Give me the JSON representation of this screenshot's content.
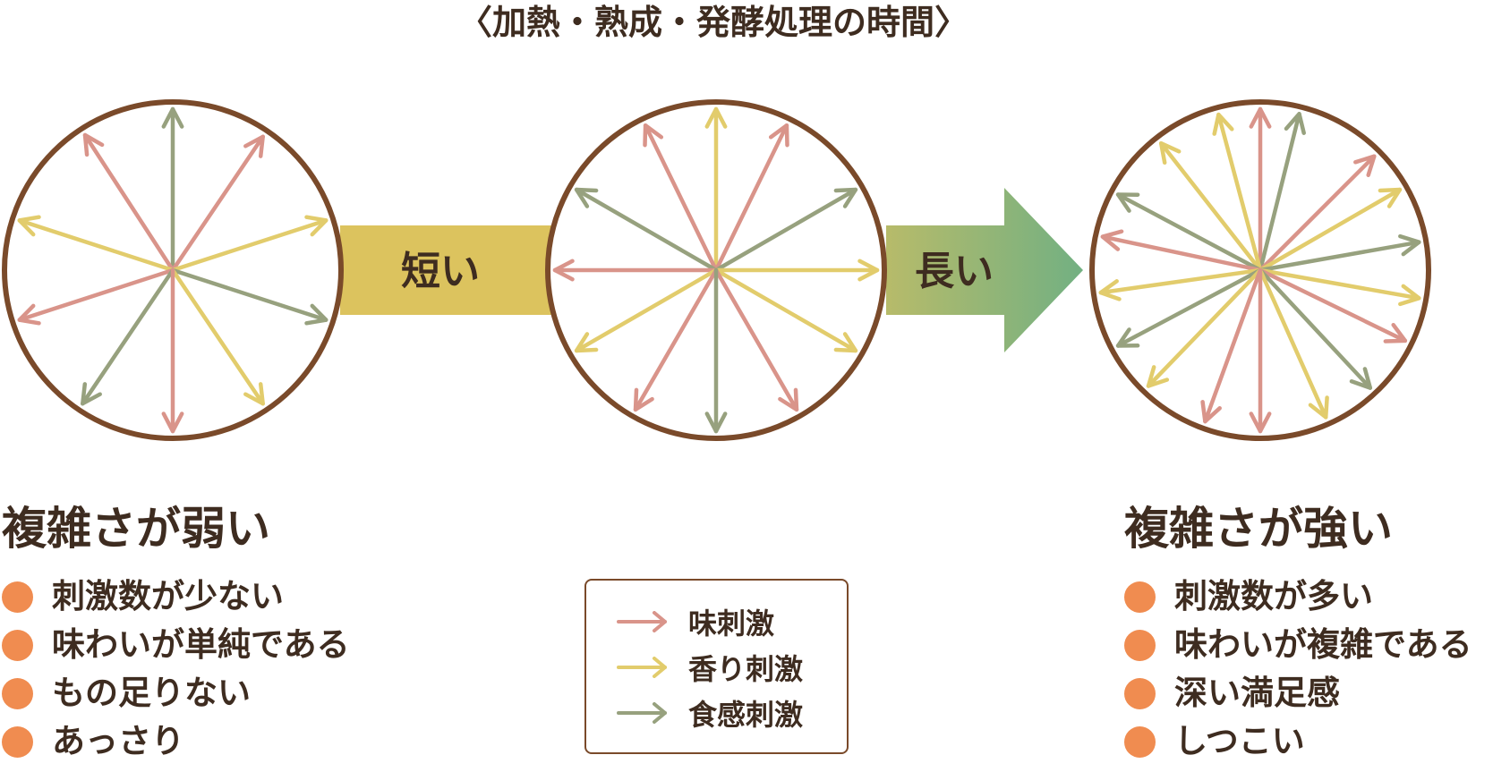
{
  "title": "〈加熱・熟成・発酵処理の時間〉",
  "arrows": {
    "short_label": "短い",
    "long_label": "長い"
  },
  "colors": {
    "taste": "#d9948a",
    "aroma": "#e2cc6c",
    "texture": "#97a17e",
    "circle_border": "#7a4a2a",
    "short_bar": "#dcc35e",
    "long_bar_start": "#b7bb6a",
    "long_bar_end": "#72b082",
    "bullet": "#f08c50",
    "text": "#3e2c20"
  },
  "circles": [
    {
      "name": "few-stimuli",
      "rays": [
        {
          "kind": "texture",
          "angle": 90
        },
        {
          "kind": "taste",
          "angle": 56
        },
        {
          "kind": "taste",
          "angle": 123
        },
        {
          "kind": "aroma",
          "angle": 18
        },
        {
          "kind": "aroma",
          "angle": 162
        },
        {
          "kind": "texture",
          "angle": -18
        },
        {
          "kind": "taste",
          "angle": 198
        },
        {
          "kind": "aroma",
          "angle": -56
        },
        {
          "kind": "texture",
          "angle": 236
        },
        {
          "kind": "taste",
          "angle": -90
        }
      ]
    },
    {
      "name": "medium-stimuli",
      "rays": [
        {
          "kind": "aroma",
          "angle": 90
        },
        {
          "kind": "taste",
          "angle": 64
        },
        {
          "kind": "taste",
          "angle": 116
        },
        {
          "kind": "texture",
          "angle": 30
        },
        {
          "kind": "texture",
          "angle": 150
        },
        {
          "kind": "aroma",
          "angle": 0
        },
        {
          "kind": "taste",
          "angle": 180
        },
        {
          "kind": "aroma",
          "angle": -30
        },
        {
          "kind": "aroma",
          "angle": 210
        },
        {
          "kind": "taste",
          "angle": -60
        },
        {
          "kind": "taste",
          "angle": 240
        },
        {
          "kind": "texture",
          "angle": -90
        }
      ]
    },
    {
      "name": "many-stimuli",
      "rays": [
        {
          "kind": "taste",
          "angle": 90
        },
        {
          "kind": "texture",
          "angle": 76
        },
        {
          "kind": "aroma",
          "angle": 105
        },
        {
          "kind": "taste",
          "angle": 45
        },
        {
          "kind": "aroma",
          "angle": 128
        },
        {
          "kind": "aroma",
          "angle": 30
        },
        {
          "kind": "texture",
          "angle": 152
        },
        {
          "kind": "texture",
          "angle": 10
        },
        {
          "kind": "taste",
          "angle": 168
        },
        {
          "kind": "aroma",
          "angle": -10
        },
        {
          "kind": "aroma",
          "angle": 188
        },
        {
          "kind": "taste",
          "angle": -26
        },
        {
          "kind": "texture",
          "angle": 208
        },
        {
          "kind": "texture",
          "angle": -47
        },
        {
          "kind": "aroma",
          "angle": 226
        },
        {
          "kind": "aroma",
          "angle": -66
        },
        {
          "kind": "taste",
          "angle": 250
        },
        {
          "kind": "taste",
          "angle": -90
        }
      ]
    }
  ],
  "left_panel": {
    "heading": "複雑さが弱い",
    "items": [
      "刺激数が少ない",
      "味わいが単純である",
      "もの足りない",
      "あっさり"
    ]
  },
  "right_panel": {
    "heading": "複雑さが強い",
    "items": [
      "刺激数が多い",
      "味わいが複雑である",
      "深い満足感",
      "しつこい"
    ]
  },
  "legend": {
    "items": [
      {
        "kind": "taste",
        "label": "味刺激"
      },
      {
        "kind": "aroma",
        "label": "香り刺激"
      },
      {
        "kind": "texture",
        "label": "食感刺激"
      }
    ]
  }
}
